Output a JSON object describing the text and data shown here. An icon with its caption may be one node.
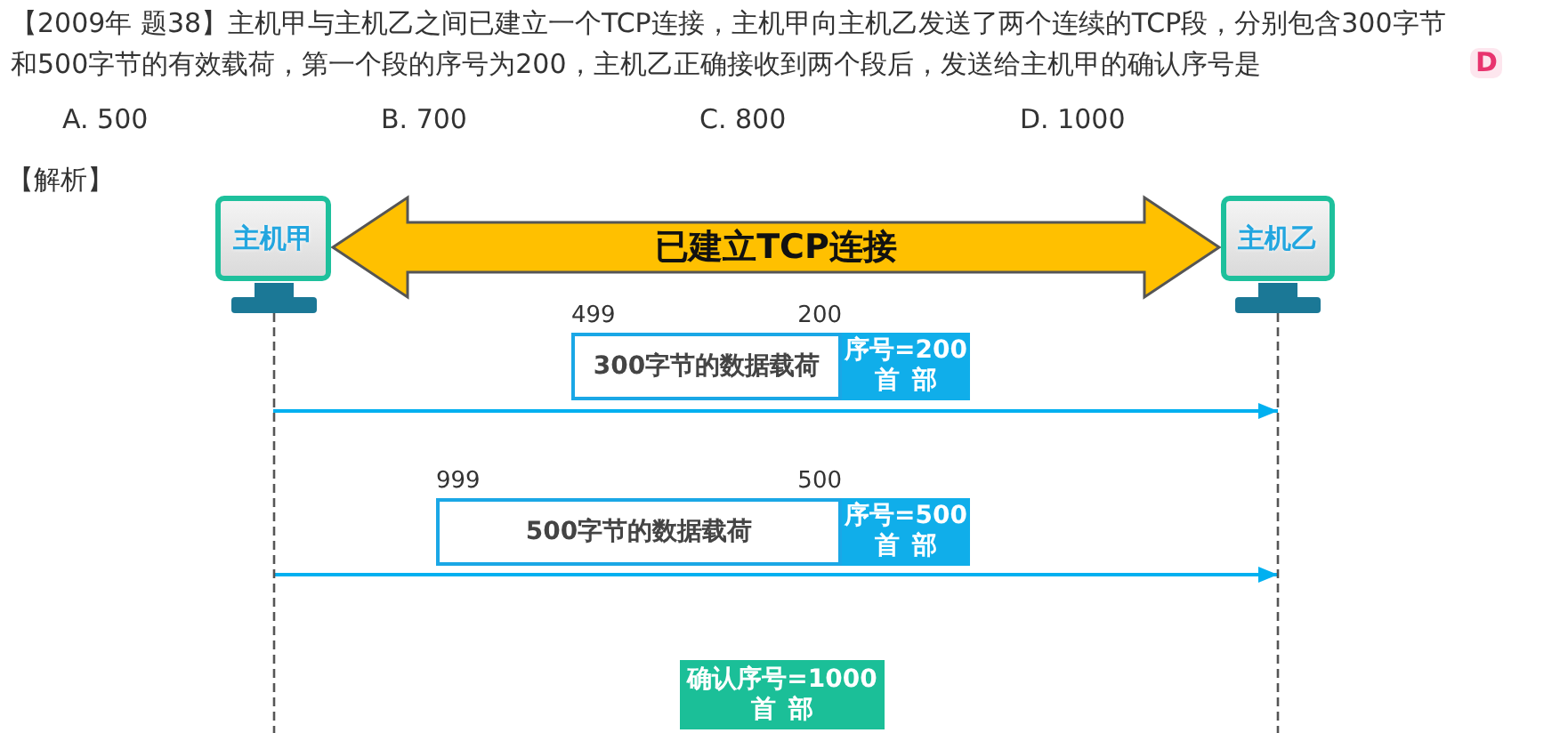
{
  "diagram": {
    "title": "【2009年 题38】主机甲与主机乙之间已建立一个TCP连接，主机甲向主机乙发送了两个连续的TCP段，分别包含300字节和500字节的有效载荷，第一个段的序号为200，主机乙正确接收到两个段后，发送给主机甲的确认序号是",
    "nodes": [
      {
        "text": [
          "主机甲"
        ]
      },
      {
        "text": [
          "主机乙"
        ]
      },
      {
        "text": [
          "300字节的数据载荷"
        ],
        "beside": [
          "499",
          "200"
        ]
      },
      {
        "text": [
          "序号=200",
          "首部"
        ]
      },
      {
        "text": [
          "500字节的数据载荷"
        ],
        "beside": [
          "999",
          "500"
        ]
      },
      {
        "text": [
          "序号=500",
          "首部"
        ]
      },
      {
        "text": [
          "确认序号=1000",
          "首部"
        ]
      }
    ],
    "edges": [
      {
        "from": 0,
        "to": 1,
        "arrow": "both",
        "label": "已建立TCP连接",
        "style": "thick",
        "color": "#ffc000"
      },
      {
        "from": 0,
        "to": 1,
        "arrow": "to"
      },
      {
        "from": 0,
        "to": 1,
        "arrow": "to"
      }
    ],
    "labels": [
      "D",
      "A. 500",
      "B. 700",
      "C. 800",
      "D. 1000",
      "【解析】"
    ]
  }
}
